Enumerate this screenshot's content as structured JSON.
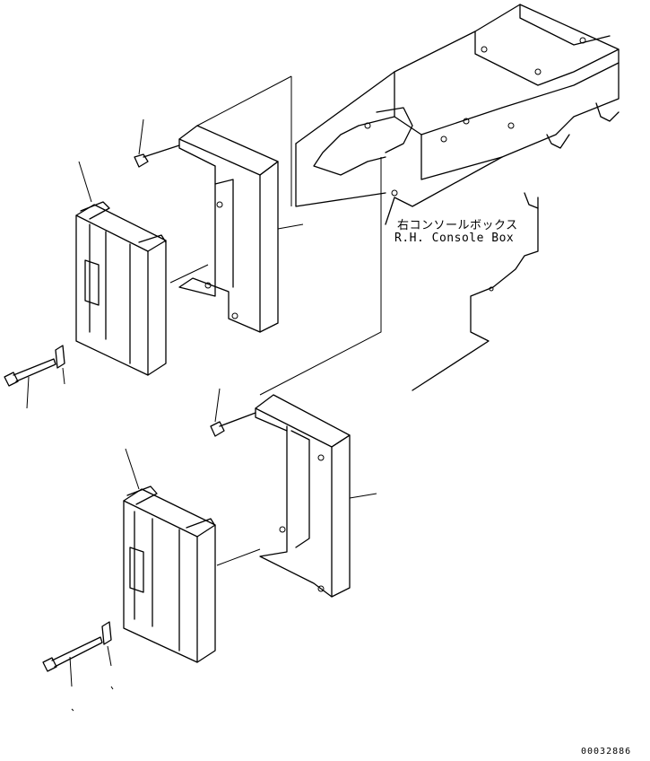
{
  "labels": {
    "console_box_jp": "右コンソールボックス",
    "console_box_en": "R.H. Console Box",
    "drawing_code": "00032886"
  }
}
